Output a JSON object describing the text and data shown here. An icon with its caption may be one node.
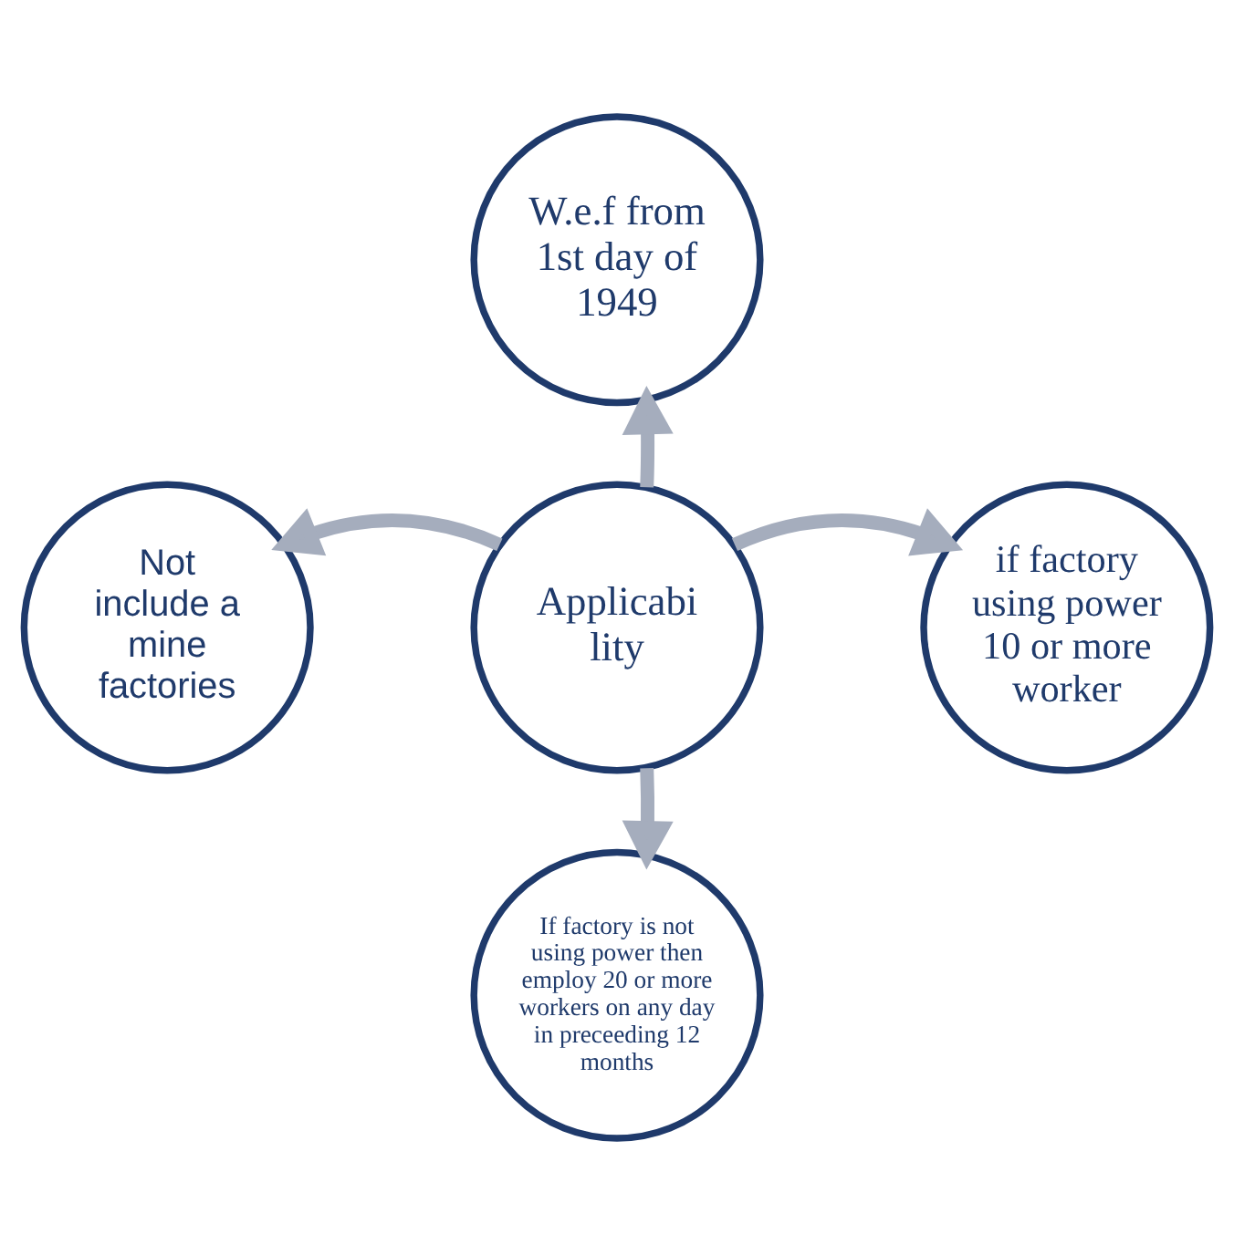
{
  "diagram": {
    "nodes": [
      {
        "text": [
          "Applicabi lity"
        ]
      },
      {
        "text": [
          "W.e.f from 1st day of 1949"
        ]
      },
      {
        "text": [
          "Not include a mine factories"
        ]
      },
      {
        "text": [
          "if factory using power  10 or more worker"
        ]
      },
      {
        "text": [
          "If factory is not using power then employ 20 or more workers on any day in preceeding 12 months"
        ]
      }
    ],
    "edges": [
      {
        "from": 0,
        "to": 1,
        "arrow": "to"
      },
      {
        "from": 0,
        "to": 2,
        "arrow": "to"
      },
      {
        "from": 0,
        "to": 3,
        "arrow": "to"
      },
      {
        "from": 0,
        "to": 4,
        "arrow": "to"
      }
    ]
  }
}
